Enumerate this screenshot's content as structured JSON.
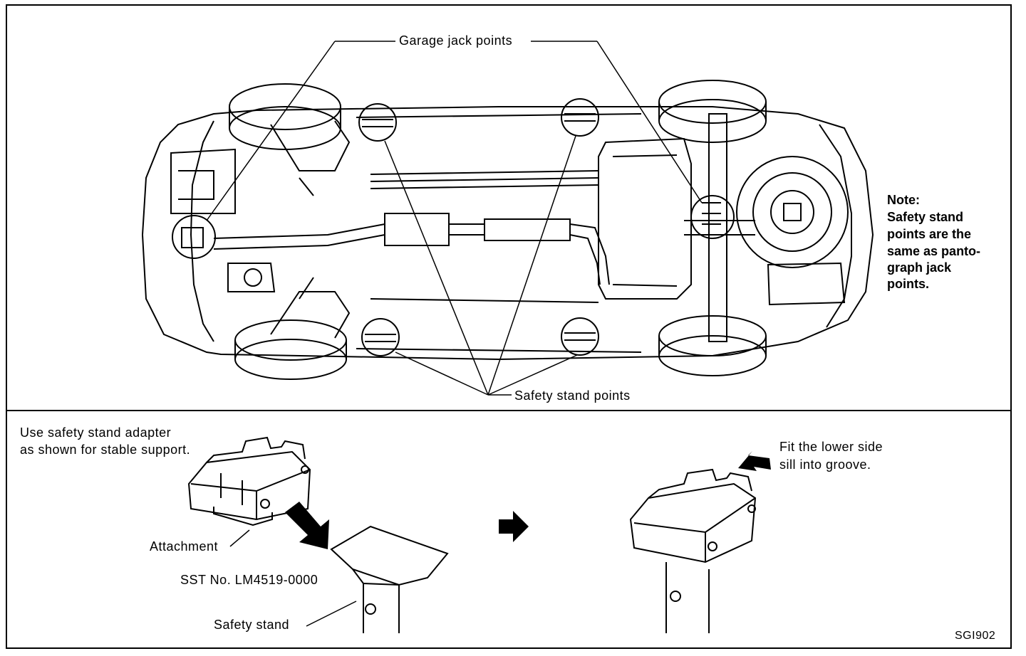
{
  "top_panel": {
    "labels": {
      "garage_jack_points": "Garage jack points",
      "safety_stand_points": "Safety stand points"
    },
    "note": {
      "heading": "Note:",
      "lines": [
        "Safety stand",
        "points are the",
        "same as panto-",
        "graph jack",
        "points."
      ]
    }
  },
  "bottom_panel": {
    "instruction_left": [
      "Use safety stand adapter",
      "as shown for stable support."
    ],
    "instruction_right": [
      "Fit the lower side",
      "sill into groove."
    ],
    "attachment_label": "Attachment",
    "sst_label": "SST No. LM4519-0000",
    "safety_stand_label": "Safety stand",
    "figure_code": "SGI902"
  }
}
